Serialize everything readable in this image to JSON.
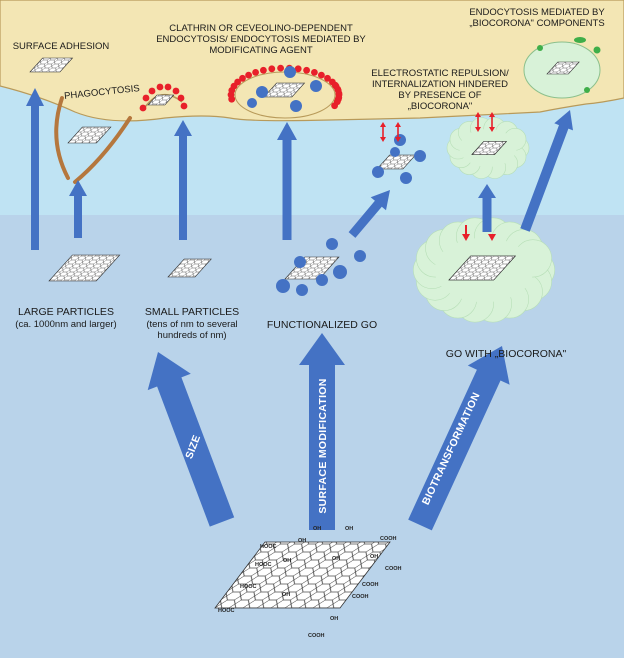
{
  "membrane_labels": {
    "surface_adhesion": "SURFACE ADHESION",
    "phagocytosis": "PHAGOCYTOSIS",
    "clathrin": "CLATHRIN OR CEVEOLINO-DEPENDENT ENDOCYTOSIS/ ENDOCYTOSIS MEDIATED BY MODIFICATING AGENT",
    "electrostatic": "ELECTROSTATIC REPULSION/ INTERNALIZATION HINDERED BY PRESENCE OF „BIOCORONA\"",
    "biocorona_endocytosis": "ENDOCYTOSIS MEDIATED BY „BIOCORONA\" COMPONENTS"
  },
  "particle_labels": {
    "large_title": "LARGE PARTICLES",
    "large_sub": "(ca. 1000nm and larger)",
    "small_title": "SMALL PARTICLES",
    "small_sub": "(tens of nm to several hundreds of nm)",
    "functionalized": "FUNCTIONALIZED GO",
    "biocorona": "GO WITH „BIOCORONA\""
  },
  "arrow_labels": {
    "size": "SIZE",
    "surface_modification": "SURFACE MODIFICATION",
    "biotransformation": "BIOTRANSFORMATION"
  },
  "go_groups": {
    "oh": "OH",
    "cooh": "COOH",
    "hooc": "HOOC"
  },
  "colors": {
    "membrane": "#f3e6b4",
    "membrane_edge": "#b89a5a",
    "upper_medium": "#bfe3f3",
    "lower_medium": "#b9d3ea",
    "arrow": "#4472c4",
    "red_bead": "#e8202a",
    "blue_bead": "#4472c4",
    "corona": "#d8f2d8",
    "phago_arm": "#b5773d"
  }
}
